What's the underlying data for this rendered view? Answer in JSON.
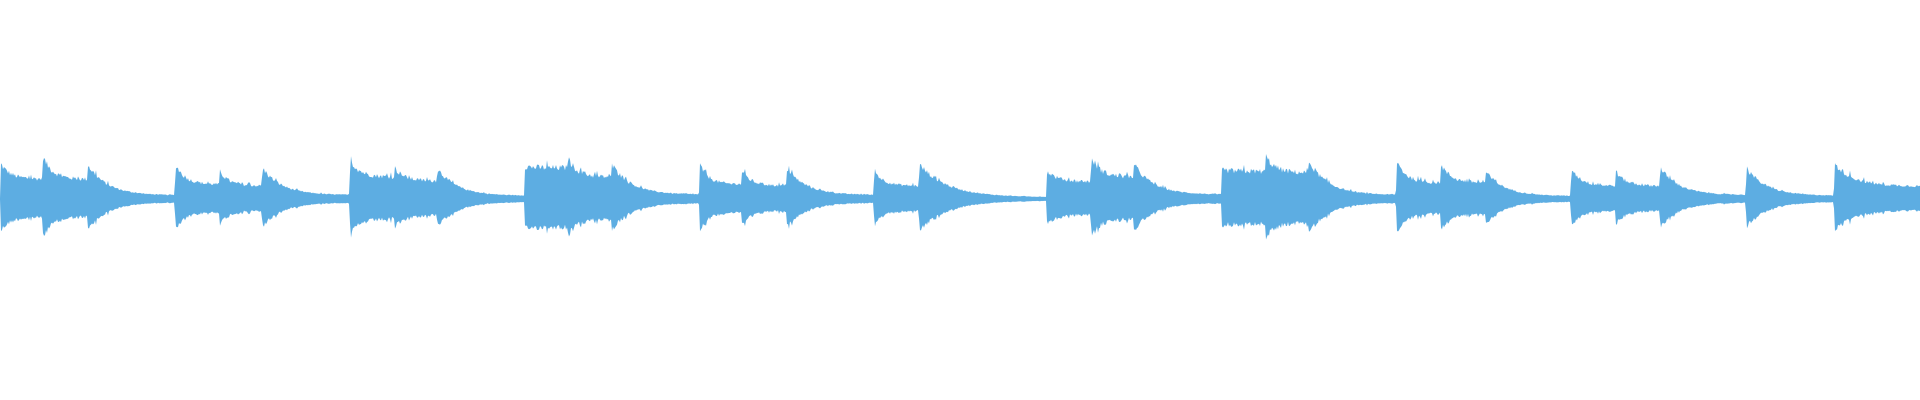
{
  "waveform": {
    "color": "#5dade2",
    "background": "#ffffff",
    "notes": [
      {
        "start": 0.0,
        "duration": 0.022,
        "peak": 0.2,
        "sustain": 0.55
      },
      {
        "start": 0.022,
        "duration": 0.023,
        "peak": 0.24,
        "sustain": 0.45
      },
      {
        "start": 0.045,
        "duration": 0.046,
        "peak": 0.2,
        "sustain": 0.1
      },
      {
        "start": 0.091,
        "duration": 0.023,
        "peak": 0.2,
        "sustain": 0.4
      },
      {
        "start": 0.114,
        "duration": 0.022,
        "peak": 0.16,
        "sustain": 0.45
      },
      {
        "start": 0.136,
        "duration": 0.046,
        "peak": 0.18,
        "sustain": 0.12
      },
      {
        "start": 0.182,
        "duration": 0.023,
        "peak": 0.22,
        "sustain": 0.55
      },
      {
        "start": 0.205,
        "duration": 0.022,
        "peak": 0.18,
        "sustain": 0.55
      },
      {
        "start": 0.227,
        "duration": 0.046,
        "peak": 0.18,
        "sustain": 0.1
      },
      {
        "start": 0.273,
        "duration": 0.022,
        "peak": 0.18,
        "sustain": 0.95
      },
      {
        "start": 0.295,
        "duration": 0.023,
        "peak": 0.24,
        "sustain": 0.5
      },
      {
        "start": 0.318,
        "duration": 0.046,
        "peak": 0.2,
        "sustain": 0.12
      },
      {
        "start": 0.364,
        "duration": 0.022,
        "peak": 0.2,
        "sustain": 0.4
      },
      {
        "start": 0.386,
        "duration": 0.023,
        "peak": 0.16,
        "sustain": 0.45
      },
      {
        "start": 0.409,
        "duration": 0.046,
        "peak": 0.18,
        "sustain": 0.12
      },
      {
        "start": 0.455,
        "duration": 0.023,
        "peak": 0.16,
        "sustain": 0.45
      },
      {
        "start": 0.478,
        "duration": 0.067,
        "peak": 0.2,
        "sustain": 0.05
      },
      {
        "start": 0.545,
        "duration": 0.023,
        "peak": 0.16,
        "sustain": 0.6
      },
      {
        "start": 0.568,
        "duration": 0.022,
        "peak": 0.24,
        "sustain": 0.5
      },
      {
        "start": 0.59,
        "duration": 0.046,
        "peak": 0.2,
        "sustain": 0.12
      },
      {
        "start": 0.636,
        "duration": 0.023,
        "peak": 0.16,
        "sustain": 0.95
      },
      {
        "start": 0.659,
        "duration": 0.022,
        "peak": 0.24,
        "sustain": 0.6
      },
      {
        "start": 0.681,
        "duration": 0.046,
        "peak": 0.22,
        "sustain": 0.1
      },
      {
        "start": 0.727,
        "duration": 0.023,
        "peak": 0.22,
        "sustain": 0.4
      },
      {
        "start": 0.75,
        "duration": 0.023,
        "peak": 0.2,
        "sustain": 0.45
      },
      {
        "start": 0.773,
        "duration": 0.045,
        "peak": 0.16,
        "sustain": 0.1
      },
      {
        "start": 0.818,
        "duration": 0.023,
        "peak": 0.18,
        "sustain": 0.4
      },
      {
        "start": 0.841,
        "duration": 0.023,
        "peak": 0.16,
        "sustain": 0.45
      },
      {
        "start": 0.864,
        "duration": 0.045,
        "peak": 0.18,
        "sustain": 0.12
      },
      {
        "start": 0.909,
        "duration": 0.046,
        "peak": 0.18,
        "sustain": 0.1
      },
      {
        "start": 0.955,
        "duration": 0.045,
        "peak": 0.2,
        "sustain": 0.35
      }
    ]
  }
}
